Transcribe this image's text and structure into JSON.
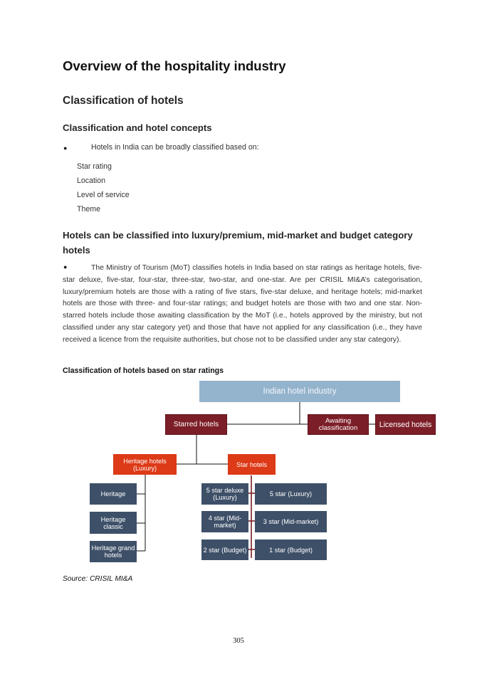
{
  "title": "Overview of the hospitality industry",
  "section_title": "Classification of hotels",
  "subsection1": {
    "title": "Classification and hotel concepts",
    "bullet_text": "Hotels in India can be broadly classified based on:",
    "list": [
      "Star rating",
      "Location",
      "Level of service",
      "Theme"
    ]
  },
  "subsection2": {
    "title": "Hotels can be classified into luxury/premium, mid-market and budget category hotels",
    "paragraph": "The Ministry of Tourism (MoT) classifies hotels in India based on star ratings as heritage hotels, five-star deluxe, five-star, four-star, three-star, two-star, and one-star. Are per CRISIL MI&A’s categorisation, luxury/premium hotels are those with a rating of five stars, five-star deluxe, and heritage hotels; mid-market hotels are those with three- and four-star ratings; and budget hotels are those with two and one star. Non-starred hotels include those awaiting classification by the MoT (i.e., hotels approved by the ministry, but not classified under any star category yet) and those that have not applied for any classification (i.e., they have received a licence from the requisite authorities, but chose not to be classified under any star category)."
  },
  "figure": {
    "caption": "Classification of hotels based on star ratings",
    "nodes": {
      "root": "Indian hotel industry",
      "starred": "Starred hotels",
      "awaiting": "Awaiting classification",
      "licensed": "Licensed hotels",
      "heritage_luxury": "Heritage hotels (Luxury)",
      "star_hotels": "Star hotels",
      "heritage": "Heritage",
      "heritage_classic": "Heritage classic",
      "heritage_grand": "Heritage grand hotels",
      "five_star_deluxe": "5 star deluxe (Luxury)",
      "five_star": "5 star (Luxury)",
      "four_star": "4 star (Mid-market)",
      "three_star": "3 star (Mid-market)",
      "two_star": "2 star (Budget)",
      "one_star": "1 star (Budget)"
    },
    "colors": {
      "root": "#94b3cc",
      "level1": "#7c1e27",
      "level2": "#dd3a17",
      "leaf": "#3e5068"
    }
  },
  "source": "Source: CRISIL MI&A",
  "page_number": "305"
}
